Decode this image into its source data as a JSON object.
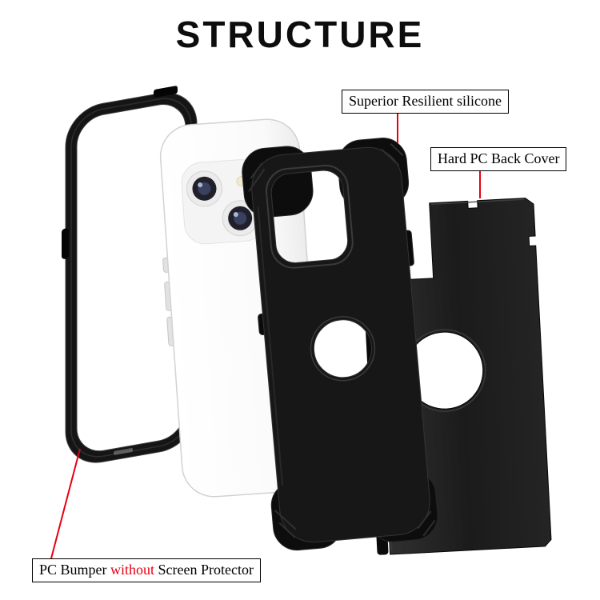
{
  "title": "STRUCTURE",
  "callouts": {
    "silicone": {
      "label": "Superior Resilient silicone"
    },
    "back_cover": {
      "label": "Hard PC Back Cover"
    },
    "bumper": {
      "prefix": "PC Bumper",
      "highlight": "without",
      "suffix": "Screen Protector"
    }
  },
  "colors": {
    "accent": "#e60012",
    "title_color": "#0d0d0d",
    "silicone_black": "#171717",
    "cover_black": "#1f1f1f",
    "bumper_black": "#151515",
    "phone_white": "#fbfbfb"
  }
}
